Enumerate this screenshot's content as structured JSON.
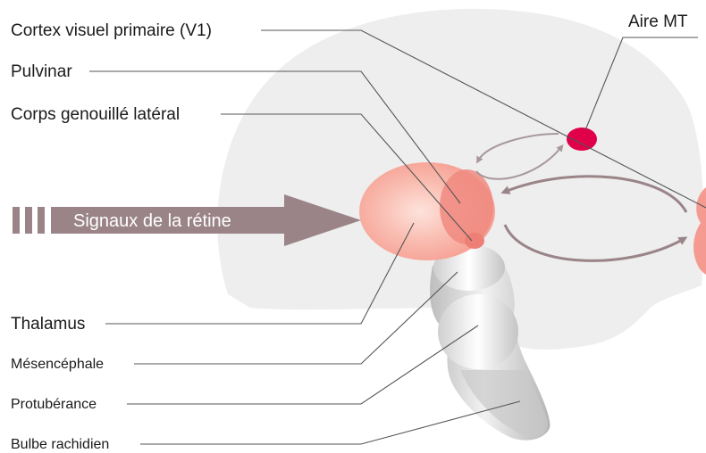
{
  "labels": {
    "v1": "Cortex visuel primaire (V1)",
    "pulvinar": "Pulvinar",
    "lgn": "Corps genouillé latéral",
    "thalamus": "Thalamus",
    "midbrain": "Mésencéphale",
    "pons": "Protubérance",
    "medulla": "Bulbe rachidien",
    "mt": "Aire MT",
    "signal": "Signaux de la rétine"
  },
  "colors": {
    "brain": "#efefef",
    "thalamus": "#f7a99c",
    "pulvinar": "#f08a80",
    "mt": "#e0004a",
    "v1": "#f59a90",
    "arrow": "#9a8488",
    "stem": "#c8c8c8"
  }
}
